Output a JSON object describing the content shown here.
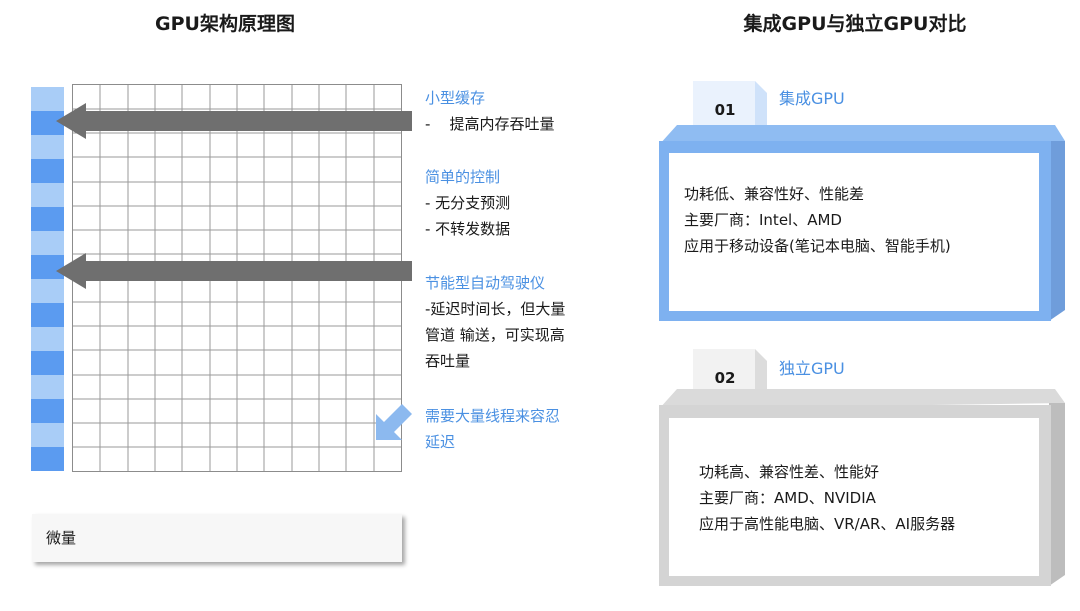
{
  "left": {
    "title": "GPU架构原理图",
    "annotations": [
      {
        "heading": "小型缓存",
        "lines": [
          "-    提高内存吞吐量"
        ]
      },
      {
        "heading": "简单的控制",
        "lines": [
          "- 无分支预测",
          "- 不转发数据"
        ]
      },
      {
        "heading": "节能型自动驾驶仪",
        "lines": [
          "-延迟时间长，但大量",
          "管道 输送，可实现高",
          "吞吐量"
        ]
      },
      {
        "heading": "需要大量线程来容忍",
        "lines": [
          "延迟"
        ]
      }
    ],
    "bottom_label": "微量"
  },
  "right": {
    "title": "集成GPU与独立GPU对比",
    "cards": [
      {
        "number": "01",
        "name": "集成GPU",
        "lines": [
          "功耗低、兼容性好、性能差",
          "主要厂商：Intel、AMD",
          "应用于移动设备(笔记本电脑、智能手机)"
        ]
      },
      {
        "number": "02",
        "name": "独立GPU",
        "lines": [
          "功耗高、兼容性差、性能好",
          "主要厂商：AMD、NVIDIA",
          "应用于高性能电脑、VR/AR、AI服务器"
        ]
      }
    ]
  },
  "colors": {
    "accent_blue": "#4a90e2",
    "strip_dark": "#5b9bf0",
    "strip_light": "#a9cdf7",
    "arrow_gray": "#6f6f6f",
    "card_blue_frame": "#7eb1f0",
    "card_gray_frame": "#d4d4d4"
  }
}
